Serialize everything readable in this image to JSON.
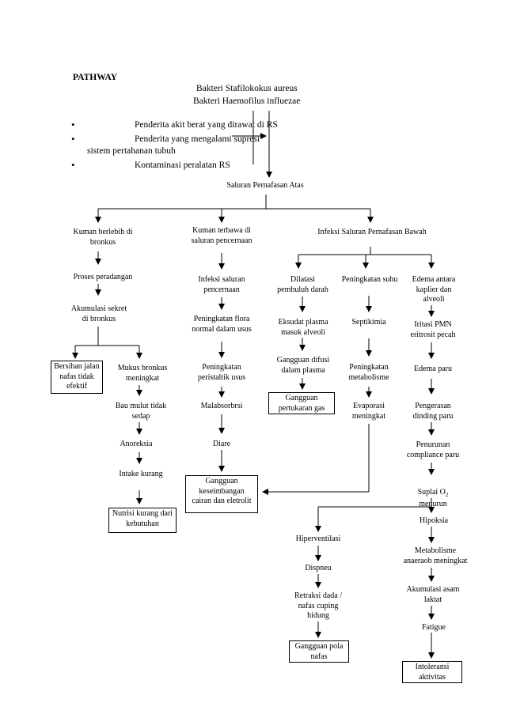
{
  "title": "PATHWAY",
  "causes": {
    "line1": "Bakteri Stafilokokus aureus",
    "line2": "Bakteri Haemofilus influezae"
  },
  "risk_factors": [
    "Penderita akit berat yang dirawat di RS",
    "Penderita yang mengalami supresi",
    "sistem pertahanan tubuh",
    "Kontaminasi peralatan RS"
  ],
  "bullet_symbol": "•",
  "nodes": {
    "saluran_atas": "Saluran Pernafasan Atas",
    "kuman_bronkus": "Kuman berlebih di\nbronkus",
    "kuman_cerna": "Kuman terbawa di\nsaluran pencernaan",
    "infeksi_bawah": "Infeksi Saluran Pernafasan Bawah",
    "proses_radang": "Proses peradangan",
    "akumulasi_sekret": "Akumulasi sekret\ndi bronkus",
    "bersihan_jalan": "Bersihan jalan\nnafas tidak\nefektif",
    "mukus": "Mukus bronkus\nmeningkat",
    "bau_mulut": "Bau mulut tidak\nsedap",
    "anoreksia": "Anoreksia",
    "intake": "Intake kurang",
    "nutrisi": "Nutrisi kurang dari\nkebutuhan",
    "infeksi_cerna": "Infeksi saluran\npencernaan",
    "flora": "Peningkatan flora\nnormal dalam usus",
    "peristaltik": "Peningkatan\nperistaltik usus",
    "malabsorbsi": "Malabsorbrsi",
    "diare": "Diare",
    "gangguan_cairan": "Gangguan\nkeseimbangan\ncairan dan eletrolit",
    "dilatasi": "Dilatasi\npembuluh darah",
    "eksudat": "Eksudat plasma\nmasuk alveoli",
    "gangguan_difusi": "Gangguan difusi\ndalam plasma",
    "gangguan_gas": "Gangguan\npertukaran gas",
    "suhu": "Peningkatan suhu",
    "septikimia": "Septikimia",
    "metabolisme": "Peningkatan\nmetabolisme",
    "evaporasi": "Evaporasi\nmeningkat",
    "edema_kapiler": "Edema antara\nkaplier dan\nalveoli",
    "iritasi": "Iritasi PMN\neritrosit pecah",
    "edema_paru": "Edema paru",
    "pengerasan": "Pengerasan\ndinding paru",
    "compliance": "Penurunan\ncompliance paru",
    "suplai_a": "Suplai O",
    "suplai_sub": "2",
    "suplai_b": "menurun",
    "hipoksia": "Hipoksia",
    "anaerob": "Metabolisme\nanaeraob meningkat",
    "asam_laktat": "Akumulasi asam\nlaktat",
    "fatigue": "Fatigue",
    "intoleransi": "Intoleransi\naktivitas",
    "hiperventilasi": "Hiperventilasi",
    "dispneu": "Dispneu",
    "retraksi": "Retraksi dada /\nnafas cuping\nhidung",
    "gangguan_pola": "Gangguan pola\nnafas"
  }
}
